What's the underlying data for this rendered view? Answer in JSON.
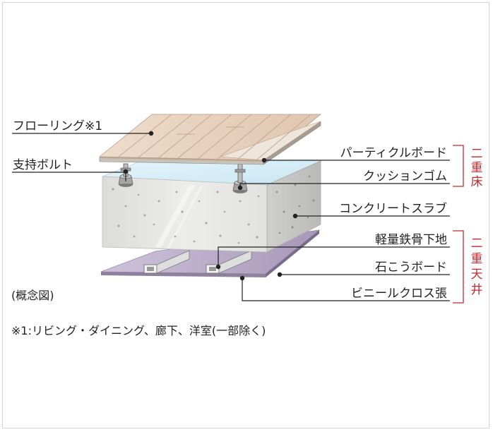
{
  "labels": {
    "flooring": "フローリング※1",
    "support_bolt": "支持ボルト",
    "particle_board": "パーティクルボード",
    "cushion_rubber": "クッションゴム",
    "concrete_slab": "コンクリートスラブ",
    "light_steel": "軽量鉄骨下地",
    "gypsum_board": "石こうボード",
    "vinyl_cloth": "ビニールクロス張"
  },
  "groups": {
    "double_floor": [
      "二",
      "重",
      "床"
    ],
    "double_ceiling": [
      "二",
      "重",
      "天",
      "井"
    ]
  },
  "caption": "(概念図)",
  "footnote": "※1:リビング・ダイニング、廊下、洋室(一部除く)",
  "colors": {
    "wood": "#e6cfbd",
    "wood_line": "#c9a990",
    "concrete": "#e4e4e2",
    "ceiling_board": "#b8aac6",
    "bracket_red": "#c8282e"
  }
}
